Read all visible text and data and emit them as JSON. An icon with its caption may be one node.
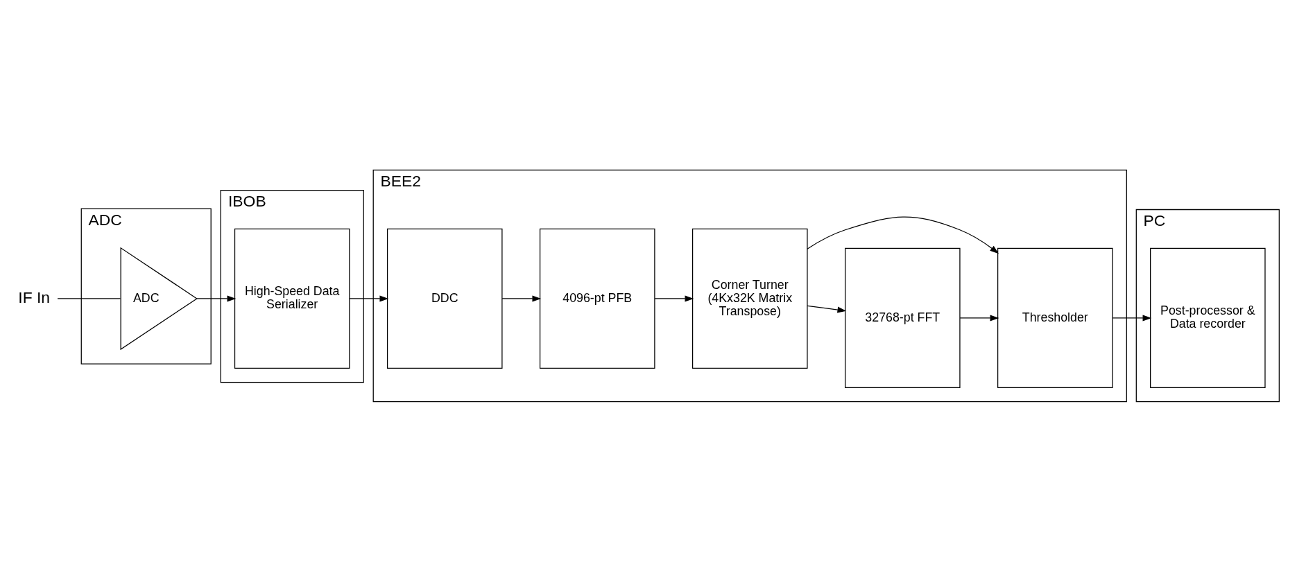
{
  "diagram": {
    "nodes": [
      {
        "text": [
          "ADC"
        ]
      },
      {
        "text": [
          "ADC"
        ],
        "in": 0
      },
      {
        "text": [
          "IBOB"
        ]
      },
      {
        "text": [
          "High-Speed Data Serializer"
        ],
        "in": 2
      },
      {
        "text": [
          "BEE2"
        ]
      },
      {
        "text": [
          "DDC"
        ],
        "in": 4
      },
      {
        "text": [
          "32768-pt FFT"
        ],
        "in": 4
      },
      {
        "text": [
          "Thresholder"
        ],
        "in": 4
      },
      {
        "text": [
          "4096-pt PFB"
        ],
        "in": 4
      },
      {
        "text": [
          "Corner Turner (4Kx32K Matrix Transpose)"
        ],
        "in": 4
      },
      {
        "text": [
          "PC"
        ]
      },
      {
        "text": [
          "Post-processor & Data recorder"
        ],
        "in": 10
      },
      {
        "text": [
          "IF In"
        ]
      }
    ],
    "edges": [
      {
        "from": 12,
        "to": 1,
        "arrow": "none"
      },
      {
        "from": 1,
        "to": 3,
        "arrow": "to"
      },
      {
        "from": 3,
        "to": 5,
        "arrow": "to"
      },
      {
        "from": 5,
        "to": 8,
        "arrow": "to"
      },
      {
        "from": 8,
        "to": 9,
        "arrow": "to"
      },
      {
        "from": 9,
        "to": 6,
        "arrow": "to"
      },
      {
        "from": 9,
        "to": 7,
        "arrow": "to"
      },
      {
        "from": 6,
        "to": 7,
        "arrow": "to"
      },
      {
        "from": 7,
        "to": 11,
        "arrow": "to"
      }
    ]
  }
}
